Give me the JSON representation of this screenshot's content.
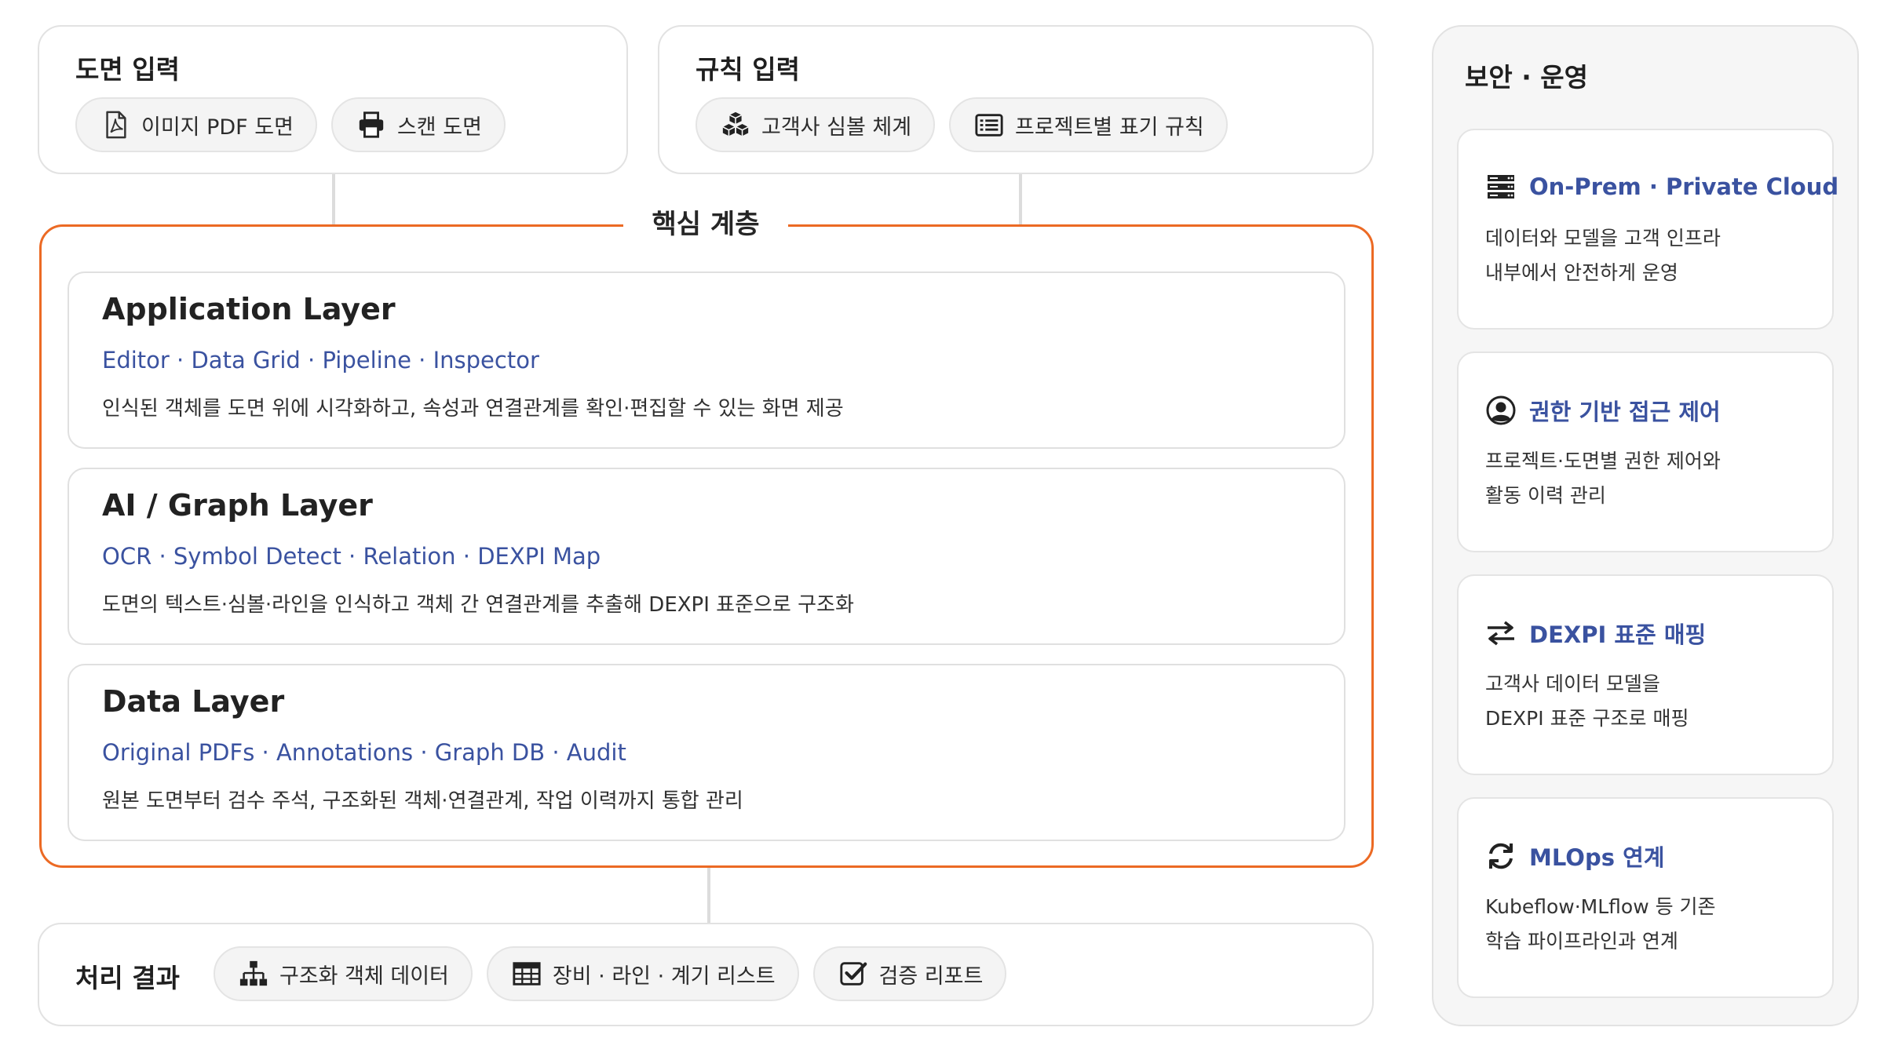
{
  "drawing_input": {
    "title": "도면 입력",
    "chips": [
      {
        "icon": "pdf-file-icon",
        "label": "이미지 PDF 도면"
      },
      {
        "icon": "printer-icon",
        "label": "스캔 도면"
      }
    ]
  },
  "rule_input": {
    "title": "규칙 입력",
    "chips": [
      {
        "icon": "cubes-icon",
        "label": "고객사 심볼 체계"
      },
      {
        "icon": "list-icon",
        "label": "프로젝트별 표기 규칙"
      }
    ]
  },
  "core": {
    "label": "핵심 계층",
    "layers": [
      {
        "title": "Application Layer",
        "tags": "Editor · Data Grid · Pipeline · Inspector",
        "desc": "인식된 객체를 도면 위에 시각화하고, 속성과 연결관계를 확인·편집할 수 있는 화면 제공"
      },
      {
        "title": "AI / Graph Layer",
        "tags": "OCR · Symbol Detect · Relation · DEXPI Map",
        "desc": "도면의 텍스트·심볼·라인을 인식하고 객체 간 연결관계를 추출해 DEXPI 표준으로 구조화"
      },
      {
        "title": "Data Layer",
        "tags": "Original PDFs · Annotations · Graph DB · Audit",
        "desc": "원본 도면부터 검수 주석, 구조화된 객체·연결관계, 작업 이력까지 통합 관리"
      }
    ]
  },
  "output": {
    "title": "처리 결과",
    "chips": [
      {
        "icon": "hierarchy-icon",
        "label": "구조화 객체 데이터"
      },
      {
        "icon": "table-icon",
        "label": "장비 · 라인 · 계기 리스트"
      },
      {
        "icon": "check-square-icon",
        "label": "검증 리포트"
      }
    ]
  },
  "security": {
    "title": "보안 · 운영",
    "features": [
      {
        "icon": "server-icon",
        "title": "On-Prem · Private Cloud",
        "desc": [
          "데이터와 모델을 고객 인프라",
          "내부에서 안전하게 운영"
        ]
      },
      {
        "icon": "user-circle-icon",
        "title": "권한 기반 접근 제어",
        "desc": [
          "프로젝트·도면별 권한 제어와",
          "활동 이력 관리"
        ]
      },
      {
        "icon": "exchange-icon",
        "title": "DEXPI 표준 매핑",
        "desc": [
          "고객사 데이터 모델을",
          "DEXPI 표준 구조로 매핑"
        ]
      },
      {
        "icon": "sync-icon",
        "title": "MLOps 연계",
        "desc": [
          "Kubeflow·MLflow 등 기존",
          "학습 파이프라인과 연계"
        ]
      }
    ]
  },
  "colors": {
    "accent": "#ec6a24",
    "link": "#3a52a0",
    "border": "#e2e2e2"
  }
}
